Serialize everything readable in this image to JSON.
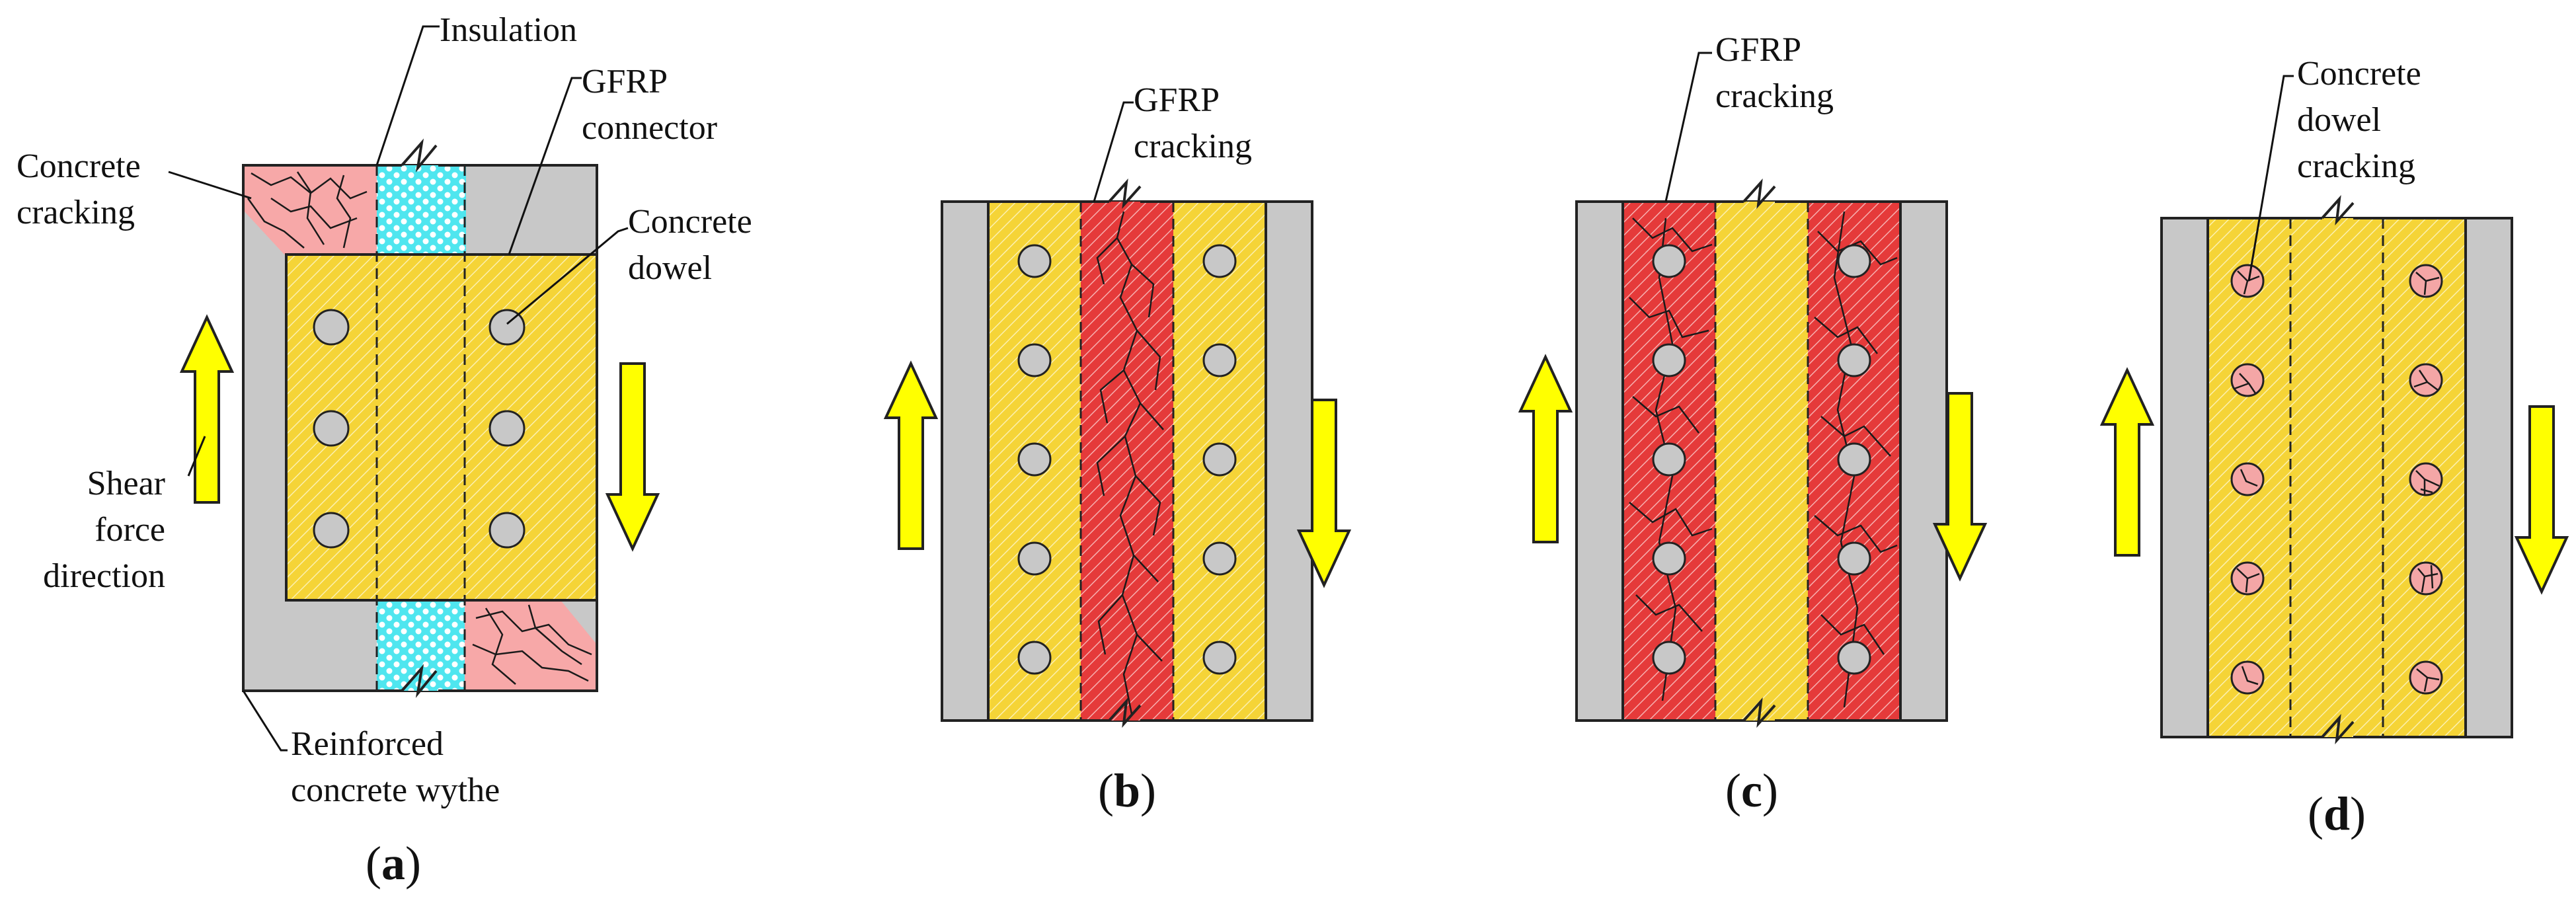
{
  "labels": {
    "insulation": "Insulation",
    "gfrp_connector_1": "GFRP",
    "gfrp_connector_2": "connector",
    "concrete_cracking_1": "Concrete",
    "concrete_cracking_2": "cracking",
    "concrete_dowel_1": "Concrete",
    "concrete_dowel_2": "dowel",
    "shear_1": "Shear",
    "shear_2": "force",
    "shear_3": "direction",
    "reinforced_1": "Reinforced",
    "reinforced_2": "concrete wythe",
    "gfrp_cracking_b_1": "GFRP",
    "gfrp_cracking_b_2": "cracking",
    "gfrp_cracking_c_1": "GFRP",
    "gfrp_cracking_c_2": "cracking",
    "dowel_cracking_1": "Concrete",
    "dowel_cracking_2": "dowel",
    "dowel_cracking_3": "cracking"
  },
  "captions": {
    "a": {
      "open": "(",
      "letter": "a",
      "close": ")"
    },
    "b": {
      "open": "(",
      "letter": "b",
      "close": ")"
    },
    "c": {
      "open": "(",
      "letter": "c",
      "close": ")"
    },
    "d": {
      "open": "(",
      "letter": "d",
      "close": ")"
    }
  },
  "colors": {
    "concrete_wythe": "#c8c8c8",
    "gfrp_connector": "#f5d437",
    "gfrp_cracked": "#e53a3a",
    "concrete_cracked": "#f7a8a8",
    "insulation": "#4fe6ef",
    "shear_arrow": "#ffff00"
  }
}
